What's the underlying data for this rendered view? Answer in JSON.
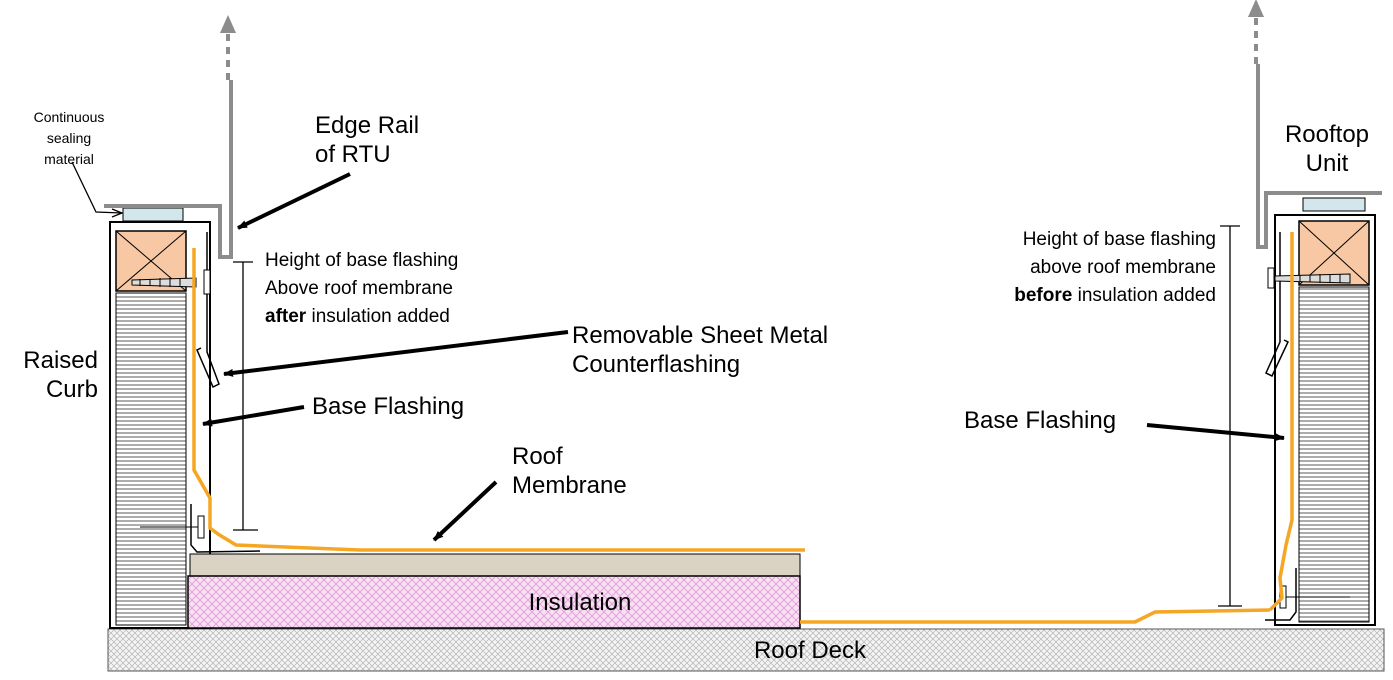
{
  "labels": {
    "continuous_sealing": [
      "Continuous",
      "sealing",
      "material"
    ],
    "edge_rail": [
      "Edge Rail",
      "of RTU"
    ],
    "rooftop_unit": [
      "Rooftop",
      "Unit"
    ],
    "raised_curb": [
      "Raised",
      "Curb"
    ],
    "height_after": {
      "line1": "Height of base flashing",
      "line2": "Above roof membrane",
      "emph": "after",
      "rest": " insulation added"
    },
    "height_before": {
      "line1": "Height of base flashing",
      "line2": "above roof membrane",
      "emph": "before",
      "rest": " insulation added"
    },
    "counterflashing": [
      "Removable Sheet Metal",
      "Counterflashing"
    ],
    "base_flashing_left": "Base Flashing",
    "base_flashing_right": "Base Flashing",
    "roof_membrane": [
      "Roof",
      "Membrane"
    ],
    "insulation": "Insulation",
    "roof_deck": "Roof Deck"
  },
  "colors": {
    "membrane": "#F5A623",
    "wood_block": "#F7C8A3",
    "seal": "#D2E6EC",
    "insulation_fill": "#F6E0F2",
    "insulation_hatch": "#E09AD8",
    "cover_board": "#DAD3C3",
    "rail": "#8C8C8C",
    "deck_hatch": "#B5B5B5"
  }
}
